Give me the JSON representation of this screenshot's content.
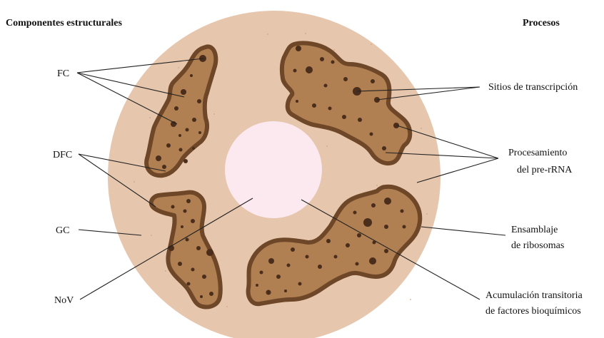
{
  "headings": {
    "left": "Componentes estructurales",
    "right": "Procesos"
  },
  "components": {
    "fc": "FC",
    "dfc": "DFC",
    "gc": "GC",
    "nov": "NoV"
  },
  "processes": {
    "transcription": "Sitios de transcripción",
    "processing_line1": "Procesamiento",
    "processing_line2": "del pre-rRNA",
    "assembly_line1": "Ensamblaje",
    "assembly_line2": "de ribosomas",
    "accumulation_line1": "Acumulación transitoria",
    "accumulation_line2": "de factores bioquímicos"
  },
  "colors": {
    "granular_component": "#e6c6ad",
    "fibrillar_fill": "#b07f52",
    "dense_fibrillar_rim": "#6e4628",
    "fibrillar_centers": "#4a2d1b",
    "vacuole": "#fbe9ef"
  }
}
